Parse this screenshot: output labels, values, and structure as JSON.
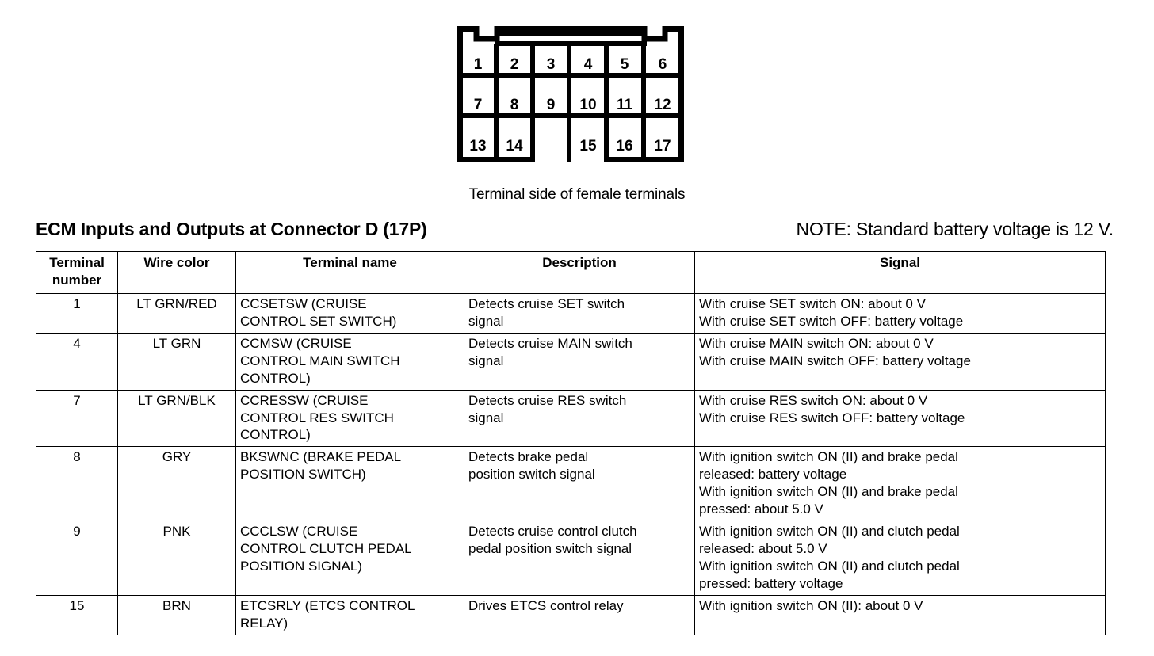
{
  "connector": {
    "label": "connector-d-17p-pinout",
    "caption": "Terminal side of female terminals",
    "rows": [
      [
        "1",
        "2",
        "3",
        "4",
        "5",
        "6"
      ],
      [
        "7",
        "8",
        "9",
        "10",
        "11",
        "12"
      ],
      [
        "13",
        "14",
        "",
        "15",
        "16",
        "17"
      ]
    ],
    "total_pins": 17
  },
  "header": {
    "title": "ECM Inputs and Outputs at Connector D (17P)",
    "note": "NOTE: Standard battery voltage is 12 V."
  },
  "table": {
    "columns": [
      "Terminal\nnumber",
      "Wire color",
      "Terminal name",
      "Description",
      "Signal"
    ],
    "rows": [
      {
        "terminal_number": "1",
        "wire_color": "LT GRN/RED",
        "terminal_name": [
          "CCSETSW (CRUISE",
          "CONTROL SET SWITCH)"
        ],
        "description": [
          "Detects cruise SET switch",
          "signal"
        ],
        "signal": [
          "With cruise SET switch ON: about 0 V",
          "With cruise SET switch OFF: battery voltage"
        ]
      },
      {
        "terminal_number": "4",
        "wire_color": "LT GRN",
        "terminal_name": [
          "CCMSW (CRUISE",
          "CONTROL MAIN SWITCH",
          "CONTROL)"
        ],
        "description": [
          "Detects cruise MAIN switch",
          "signal"
        ],
        "signal": [
          "With cruise MAIN switch ON: about 0 V",
          "With cruise MAIN switch OFF: battery voltage"
        ]
      },
      {
        "terminal_number": "7",
        "wire_color": "LT GRN/BLK",
        "terminal_name": [
          "CCRESSW (CRUISE",
          "CONTROL RES SWITCH",
          "CONTROL)"
        ],
        "description": [
          "Detects cruise RES switch",
          "signal"
        ],
        "signal": [
          "With cruise RES switch ON: about 0 V",
          "With cruise RES switch OFF: battery voltage"
        ]
      },
      {
        "terminal_number": "8",
        "wire_color": "GRY",
        "terminal_name": [
          "BKSWNC (BRAKE PEDAL",
          "POSITION SWITCH)"
        ],
        "description": [
          "Detects brake pedal",
          "position switch signal"
        ],
        "signal": [
          "With ignition switch ON (II) and brake pedal",
          "released: battery voltage",
          "With ignition switch ON (II) and brake pedal",
          "pressed: about 5.0 V"
        ]
      },
      {
        "terminal_number": "9",
        "wire_color": "PNK",
        "terminal_name": [
          "CCCLSW (CRUISE",
          "CONTROL CLUTCH PEDAL",
          "POSITION SIGNAL)"
        ],
        "description": [
          "Detects cruise control clutch",
          "pedal position switch signal"
        ],
        "signal": [
          "With ignition switch ON (II) and clutch pedal",
          "released: about 5.0 V",
          "With ignition switch ON (II) and clutch pedal",
          "pressed: battery voltage"
        ]
      },
      {
        "terminal_number": "15",
        "wire_color": "BRN",
        "terminal_name": [
          "ETCSRLY (ETCS CONTROL",
          "RELAY)"
        ],
        "description": [
          "Drives ETCS control relay"
        ],
        "signal": [
          "With ignition switch ON (II): about 0 V"
        ]
      }
    ]
  },
  "colors": {
    "ink": "#000000",
    "paper": "#ffffff"
  }
}
